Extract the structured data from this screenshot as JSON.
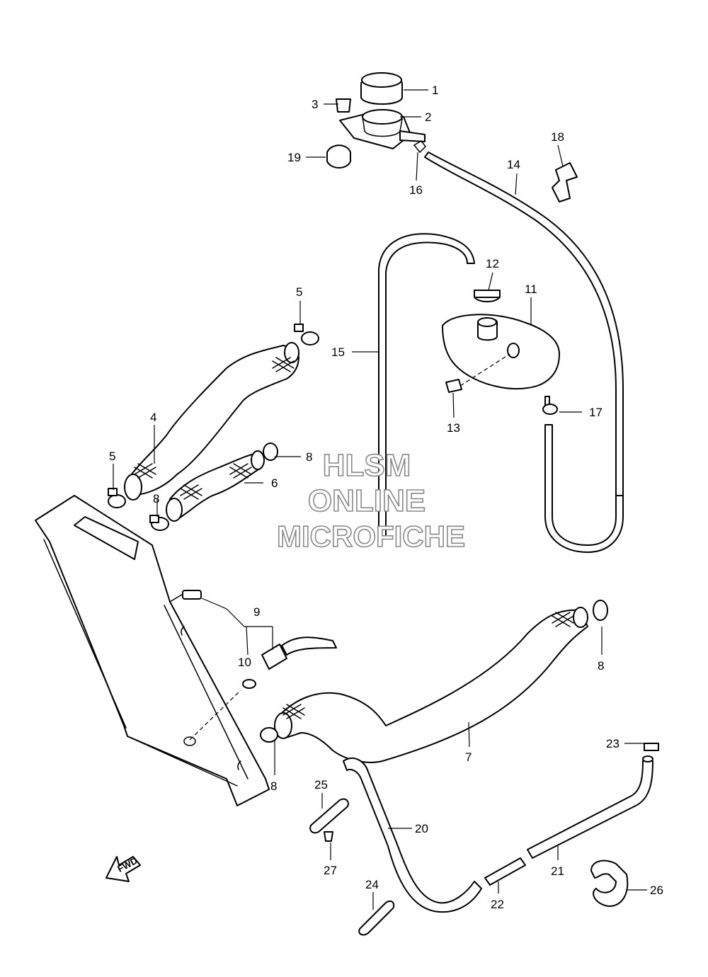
{
  "diagram": {
    "callouts": [
      "1",
      "2",
      "3",
      "4",
      "5",
      "5",
      "6",
      "7",
      "8",
      "8",
      "8",
      "8",
      "9",
      "10",
      "11",
      "12",
      "13",
      "14",
      "15",
      "16",
      "17",
      "18",
      "19",
      "20",
      "21",
      "22",
      "23",
      "24",
      "25",
      "26",
      "27"
    ]
  },
  "watermark": {
    "line1": "HLSM",
    "line2": "ONLINE",
    "line3": "MICROFICHE"
  },
  "direction_marker": {
    "label": "FWD"
  },
  "colors": {
    "line": "#000000",
    "watermark_outline": "#8a8a8a",
    "background": "#ffffff"
  }
}
